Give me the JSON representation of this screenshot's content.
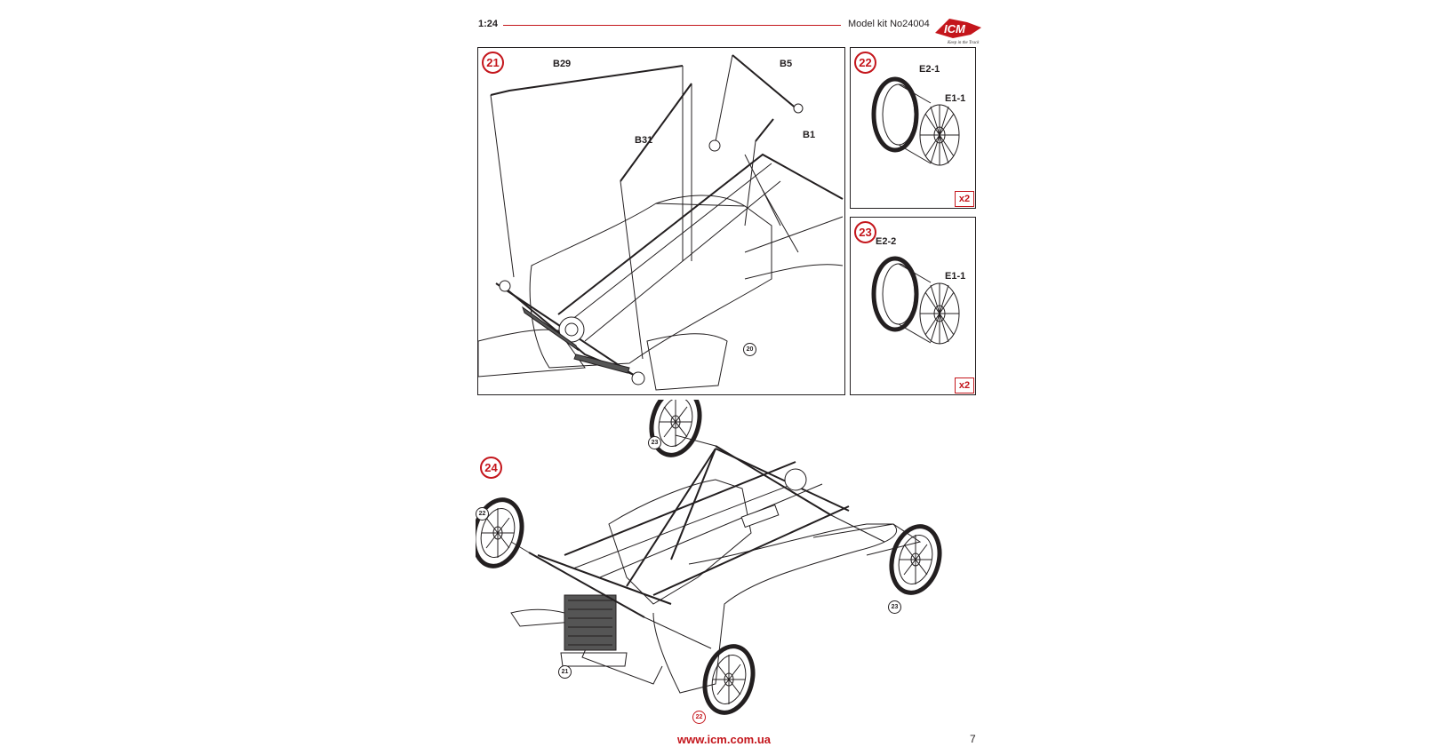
{
  "header": {
    "scale": "1:24",
    "kit": "Model kit No24004",
    "logo_text": "ICM",
    "logo_tagline": "Keep in the Track"
  },
  "steps": {
    "step21": {
      "number": "21",
      "labels": {
        "b29": "B29",
        "b5": "B5",
        "b31": "B31",
        "b1": "B1"
      },
      "ref": "20"
    },
    "step22": {
      "number": "22",
      "labels": {
        "tyre": "E2-1",
        "wheel": "E1-1"
      },
      "multiplier": "x2"
    },
    "step23": {
      "number": "23",
      "labels": {
        "tyre": "E2-2",
        "wheel": "E1-1"
      },
      "multiplier": "x2"
    },
    "step24": {
      "number": "24",
      "refs": {
        "rear_left": "23",
        "front_left": "22",
        "rear_right": "23",
        "radiator": "21",
        "front_right": "22"
      }
    }
  },
  "footer": {
    "url": "www.icm.com.ua",
    "page": "7"
  },
  "colors": {
    "accent": "#c4161c",
    "ink": "#231f20"
  }
}
